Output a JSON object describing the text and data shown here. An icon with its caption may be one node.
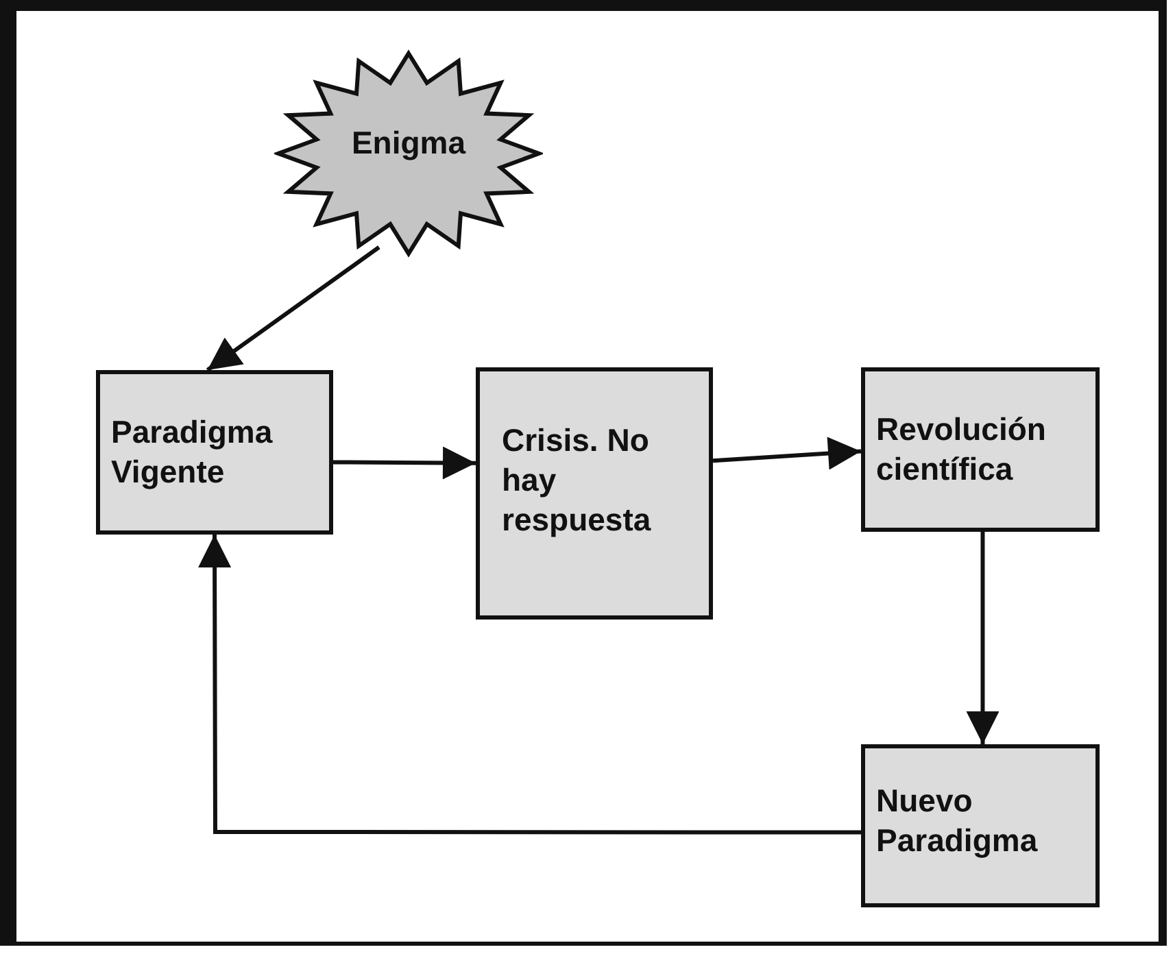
{
  "diagram": {
    "nodes": [
      {
        "text": [
          "Enigma"
        ]
      },
      {
        "text": [
          "Paradigma Vigente"
        ]
      },
      {
        "text": [
          "Crisis. No hay respuesta"
        ]
      },
      {
        "text": [
          "Revolución científica"
        ]
      },
      {
        "text": [
          "Nuevo Paradigma"
        ]
      }
    ],
    "edges": [
      {
        "from": 0,
        "to": 1,
        "arrow": "to"
      },
      {
        "from": 1,
        "to": 2,
        "arrow": "to"
      },
      {
        "from": 2,
        "to": 3,
        "arrow": "to"
      },
      {
        "from": 3,
        "to": 4,
        "arrow": "to"
      },
      {
        "from": 4,
        "to": 1,
        "arrow": "to"
      }
    ]
  }
}
